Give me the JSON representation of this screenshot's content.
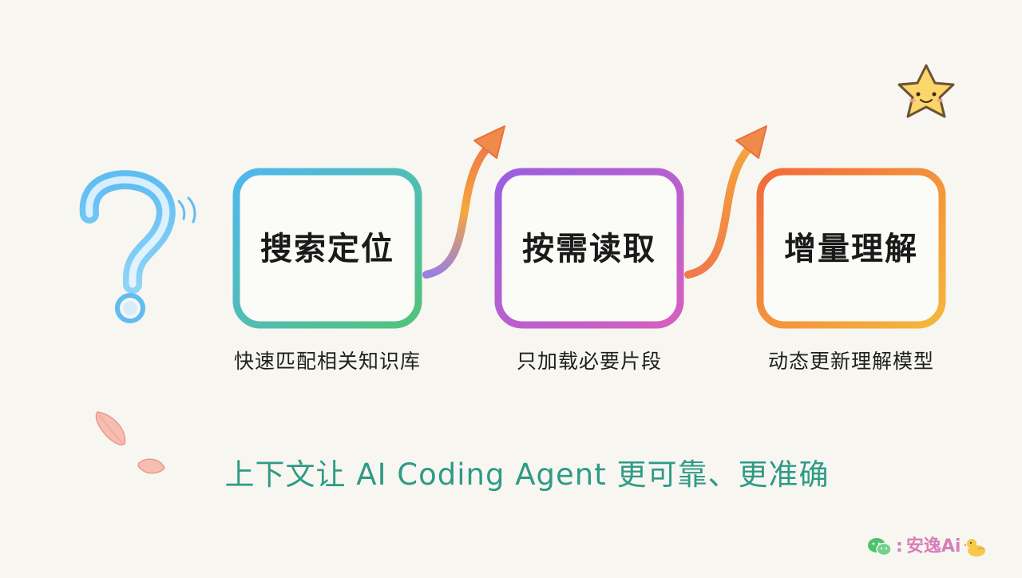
{
  "steps": [
    {
      "title": "搜索定位",
      "caption": "快速匹配相关知识库",
      "color_from": "#4fb8f0",
      "color_to": "#52c27a"
    },
    {
      "title": "按需读取",
      "caption": "只加载必要片段",
      "color_from": "#9a5fe0",
      "color_to": "#d65fbf"
    },
    {
      "title": "增量理解",
      "caption": "动态更新理解模型",
      "color_from": "#f26a3a",
      "color_to": "#f5b83c"
    }
  ],
  "tagline": "上下文让 AI Coding Agent 更可靠、更准确",
  "watermark": {
    "brand": "安逸Ai",
    "icon": "wechat-icon",
    "mascot": "duck-icon"
  },
  "colors": {
    "background": "#f7f6f1",
    "tagline": "#2f9a86",
    "watermark": "#d77fb8"
  },
  "decorations": [
    "question-mark-icon",
    "smiling-star-icon",
    "petal-icon"
  ]
}
